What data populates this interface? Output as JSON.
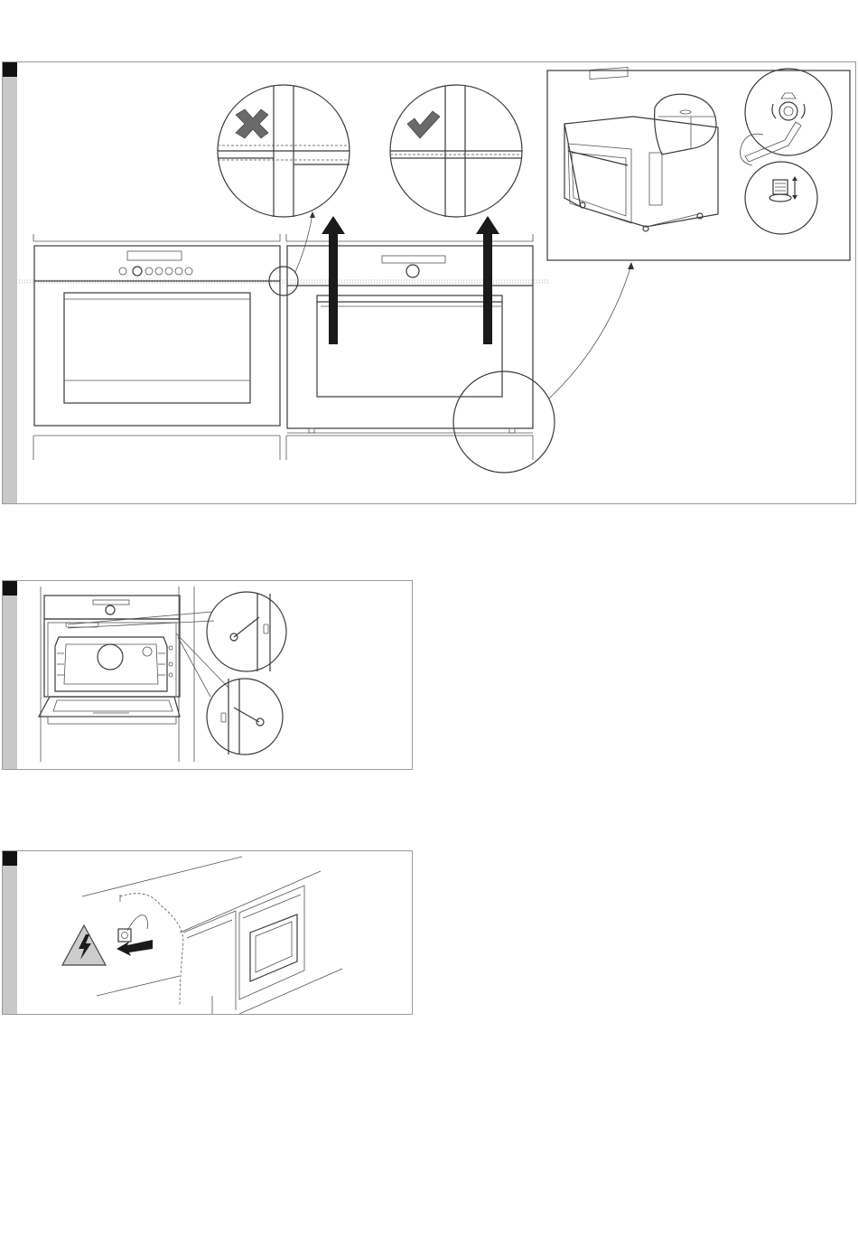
{
  "panels": [
    {
      "id": "panel-1",
      "step_marker": "",
      "caption": ""
    },
    {
      "id": "panel-2",
      "step_marker": "",
      "caption": ""
    },
    {
      "id": "panel-3",
      "step_marker": "",
      "caption": ""
    }
  ],
  "icons": {
    "wrong_alignment": "cross-icon",
    "correct_alignment": "checkmark-icon",
    "electric_hazard": "high-voltage-warning-icon",
    "adjust_rotation": "rotate-arrows-icon",
    "adjust_height": "up-down-arrow-icon"
  },
  "colors": {
    "rail": "#c8c8c8",
    "marker": "#111111",
    "line": "#3a3a3a",
    "arrow": "#1a1a1a",
    "warning_fill": "#cccccc"
  }
}
